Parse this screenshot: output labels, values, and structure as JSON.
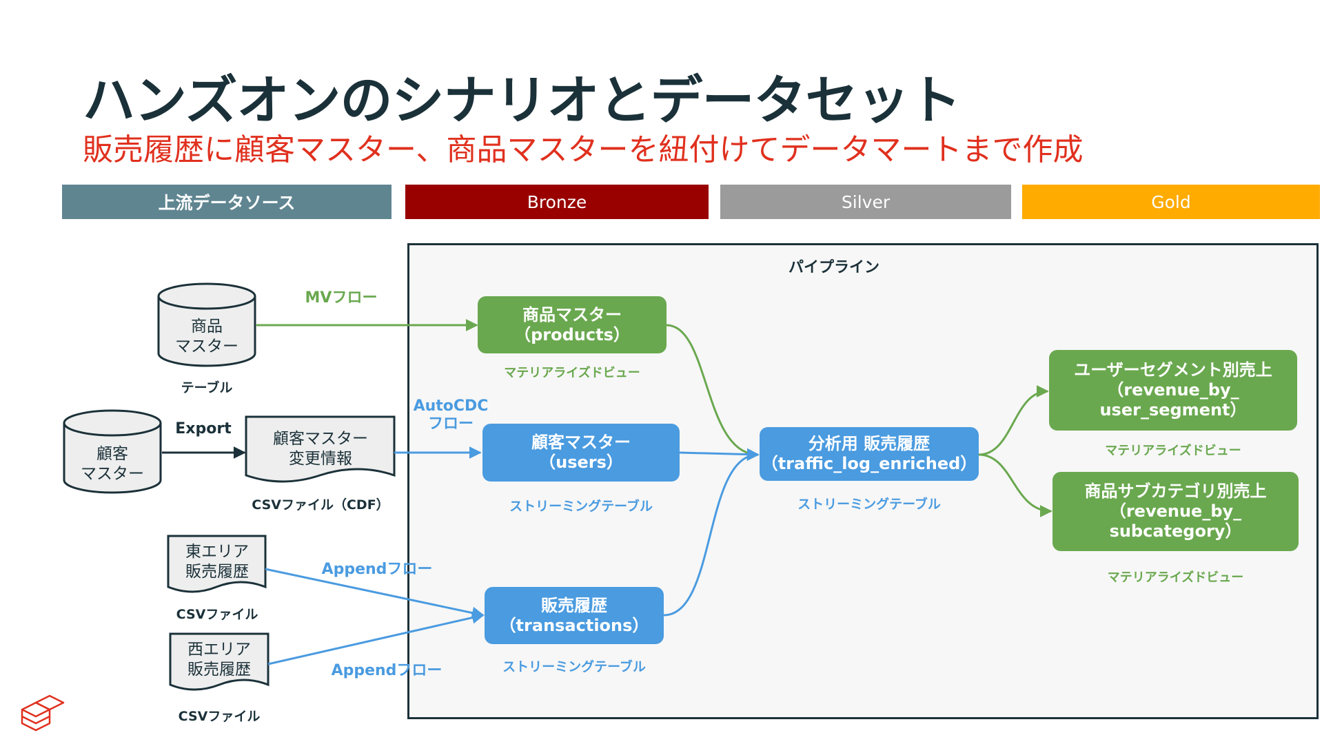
{
  "title": "ハンズオンのシナリオとデータセット",
  "subtitle": "販売履歴に顧客マスター、商品マスターを紐付けてデータマートまで作成",
  "bands": {
    "upstream": "上流データソース",
    "bronze": "Bronze",
    "silver": "Silver",
    "gold": "Gold"
  },
  "colors": {
    "upstream": "#5f8591",
    "bronze": "#990000",
    "silver": "#9b9b9b",
    "gold": "#ffab00",
    "green": "#6aa84f",
    "blue": "#4a9be0",
    "dark": "#1b3139",
    "subtitle": "#e0301e"
  },
  "pipeline": {
    "label": "パイプライン"
  },
  "sources": {
    "product_master": {
      "line1": "商品",
      "line2": "マスター",
      "caption": "テーブル"
    },
    "customer_master": {
      "line1": "顧客",
      "line2": "マスター"
    },
    "cdf_file": {
      "line1": "顧客マスター",
      "line2": "変更情報",
      "caption": "CSVファイル（CDF）"
    },
    "east_file": {
      "line1": "東エリア",
      "line2": "販売履歴",
      "caption": "CSVファイル"
    },
    "west_file": {
      "line1": "西エリア",
      "line2": "販売履歴",
      "caption": "CSVファイル"
    }
  },
  "flows": {
    "mv": "MVフロー",
    "export": "Export",
    "autocdc_line1": "AutoCDC",
    "autocdc_line2": "フロー",
    "append_east": "Appendフロー",
    "append_west": "Appendフロー"
  },
  "nodes": {
    "products": {
      "line1": "商品マスター",
      "line2": "（products）",
      "caption": "マテリアライズドビュー"
    },
    "users": {
      "line1": "顧客マスター",
      "line2": "（users）",
      "caption": "ストリーミングテーブル"
    },
    "transactions": {
      "line1": "販売履歴",
      "line2": "（transactions）",
      "caption": "ストリーミングテーブル"
    },
    "enriched": {
      "line1": "分析用 販売履歴",
      "line2": "（traffic_log_enriched）",
      "caption": "ストリーミングテーブル"
    },
    "revenue_segment": {
      "line1": "ユーザーセグメント別売上",
      "line2": "（revenue_by_",
      "line3": "user_segment）",
      "caption": "マテリアライズドビュー"
    },
    "revenue_subcategory": {
      "line1": "商品サブカテゴリ別売上",
      "line2": "（revenue_by_",
      "line3": "subcategory）",
      "caption": "マテリアライズドビュー"
    }
  },
  "icons": {
    "logo": "databricks-logo-icon"
  }
}
